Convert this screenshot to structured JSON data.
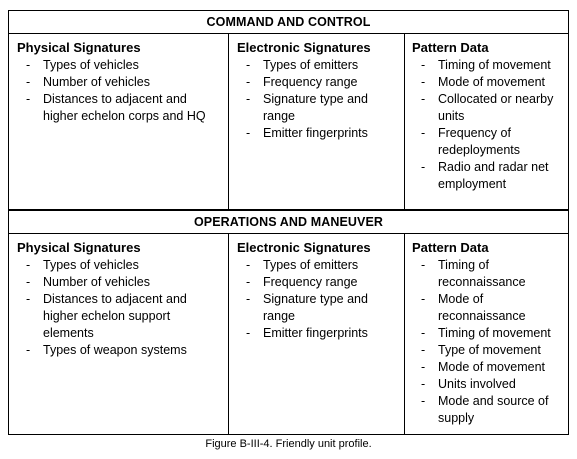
{
  "sections": [
    {
      "title": "COMMAND AND CONTROL",
      "columns": [
        {
          "heading": "Physical Signatures",
          "items": [
            "Types of vehicles",
            "Number of vehicles",
            "Distances to adjacent and higher echelon corps and HQ"
          ]
        },
        {
          "heading": "Electronic Signatures",
          "items": [
            "Types of emitters",
            "Frequency range",
            "Signature type and range",
            "Emitter fingerprints"
          ]
        },
        {
          "heading": "Pattern Data",
          "items": [
            "Timing of movement",
            "Mode of movement",
            "Collocated or nearby units",
            "Frequency of redeployments",
            "Radio and radar net employment"
          ]
        }
      ]
    },
    {
      "title": "OPERATIONS AND MANEUVER",
      "columns": [
        {
          "heading": "Physical Signatures",
          "items": [
            "Types of vehicles",
            "Number of vehicles",
            "Distances to adjacent and higher echelon support elements",
            "Types of weapon systems"
          ]
        },
        {
          "heading": "Electronic Signatures",
          "items": [
            "Types of emitters",
            "Frequency range",
            "Signature type and range",
            "Emitter fingerprints"
          ]
        },
        {
          "heading": "Pattern Data",
          "items": [
            "Timing of reconnaissance",
            "Mode of reconnaissance",
            "Timing of movement",
            "Type of movement",
            "Mode of movement",
            "Units involved",
            "Mode and source of supply"
          ]
        }
      ]
    }
  ],
  "caption": "Figure B-III-4.  Friendly unit profile."
}
